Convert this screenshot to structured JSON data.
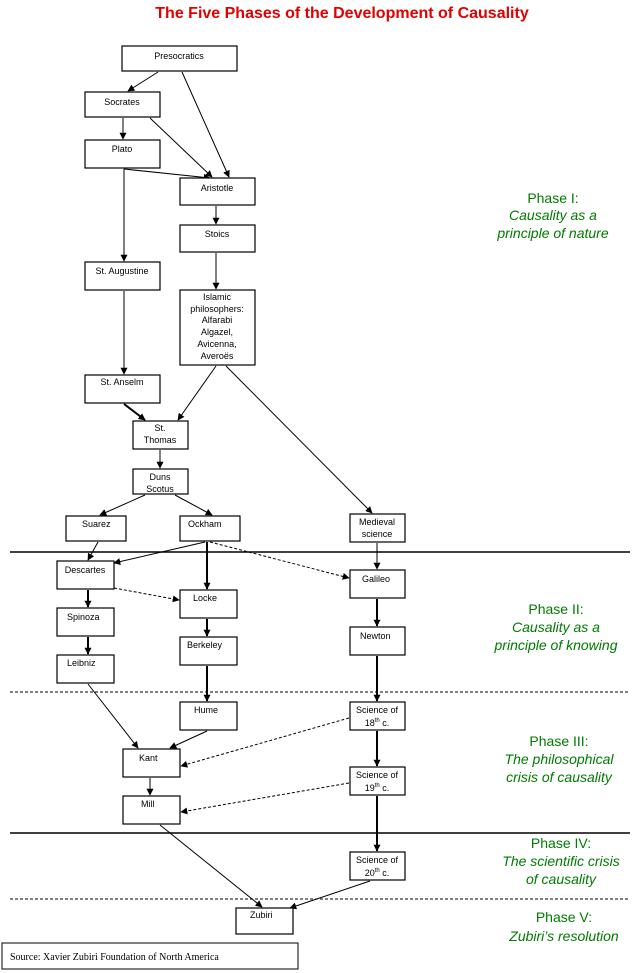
{
  "title": "The Five Phases of the Development of Causality",
  "source": "Source: Xavier Zubiri Foundation of North America",
  "colors": {
    "title": "#e00000",
    "phase": "#007a00",
    "lines": "#000000"
  },
  "nodes": {
    "presocratics": [
      "Presocratics"
    ],
    "socrates": [
      "Socrates"
    ],
    "plato": [
      "Plato"
    ],
    "aristotle": [
      "Aristotle"
    ],
    "stoics": [
      "Stoics"
    ],
    "augustine": [
      "St. Augustine"
    ],
    "islamic": [
      "Islamic",
      "philosophers:",
      "Alfarabi",
      "Algazel,",
      "Avicenna,",
      "Averoës"
    ],
    "anselm": [
      "St. Anselm"
    ],
    "thomas": [
      "St.",
      "Thomas"
    ],
    "scotus": [
      "Duns",
      "Scotus"
    ],
    "suarez": [
      "Suarez"
    ],
    "ockham": [
      "Ockham"
    ],
    "medieval": [
      "Medieval",
      "science"
    ],
    "descartes": [
      "Descartes"
    ],
    "galileo": [
      "Galileo"
    ],
    "locke": [
      "Locke"
    ],
    "spinoza": [
      "Spinoza"
    ],
    "newton": [
      "Newton"
    ],
    "berkeley": [
      "Berkeley"
    ],
    "leibniz": [
      "Leibniz"
    ],
    "hume": [
      "Hume"
    ],
    "kant": [
      "Kant"
    ],
    "mill": [
      "Mill"
    ],
    "zubiri": [
      "Zubiri"
    ],
    "sci18": {
      "line1": "Science of",
      "num": "18",
      "sup": "th",
      "suffix": " c."
    },
    "sci19": {
      "line1": "Science of",
      "num": "19",
      "sup": "th",
      "suffix": " c."
    },
    "sci20": {
      "line1": "Science of",
      "num": "20",
      "sup": "th",
      "suffix": " c."
    }
  },
  "phases": [
    {
      "heading": "Phase I:",
      "lines": [
        "Causality as a",
        "principle of nature"
      ]
    },
    {
      "heading": "Phase II:",
      "lines": [
        "Causality as a",
        "principle of knowing"
      ]
    },
    {
      "heading": "Phase III:",
      "lines": [
        "The philosophical",
        "crisis of causality"
      ]
    },
    {
      "heading": "Phase IV:",
      "lines": [
        "The scientific crisis",
        "of causality"
      ]
    },
    {
      "heading": "Phase V:",
      "lines": [
        "Zubiri’s resolution"
      ]
    }
  ],
  "edges": [
    {
      "from": "presocratics",
      "to": "socrates",
      "style": "solid"
    },
    {
      "from": "presocratics",
      "to": "aristotle",
      "style": "solid"
    },
    {
      "from": "socrates",
      "to": "plato",
      "style": "solid"
    },
    {
      "from": "socrates",
      "to": "aristotle",
      "style": "solid"
    },
    {
      "from": "plato",
      "to": "aristotle",
      "style": "solid"
    },
    {
      "from": "plato",
      "to": "augustine",
      "style": "solid"
    },
    {
      "from": "aristotle",
      "to": "stoics",
      "style": "solid"
    },
    {
      "from": "stoics",
      "to": "islamic",
      "style": "solid"
    },
    {
      "from": "augustine",
      "to": "anselm",
      "style": "solid"
    },
    {
      "from": "islamic",
      "to": "thomas",
      "style": "solid"
    },
    {
      "from": "islamic",
      "to": "medieval",
      "style": "solid"
    },
    {
      "from": "anselm",
      "to": "thomas",
      "style": "thick"
    },
    {
      "from": "thomas",
      "to": "scotus",
      "style": "solid"
    },
    {
      "from": "scotus",
      "to": "suarez",
      "style": "solid"
    },
    {
      "from": "scotus",
      "to": "ockham",
      "style": "solid"
    },
    {
      "from": "suarez",
      "to": "descartes",
      "style": "solid"
    },
    {
      "from": "ockham",
      "to": "descartes",
      "style": "solid"
    },
    {
      "from": "ockham",
      "to": "locke",
      "style": "thick"
    },
    {
      "from": "ockham",
      "to": "galileo",
      "style": "dashed"
    },
    {
      "from": "medieval",
      "to": "galileo",
      "style": "solid"
    },
    {
      "from": "descartes",
      "to": "locke",
      "style": "dashed"
    },
    {
      "from": "descartes",
      "to": "spinoza",
      "style": "thick"
    },
    {
      "from": "spinoza",
      "to": "leibniz",
      "style": "thick"
    },
    {
      "from": "locke",
      "to": "berkeley",
      "style": "thick"
    },
    {
      "from": "galileo",
      "to": "newton",
      "style": "thick"
    },
    {
      "from": "berkeley",
      "to": "hume",
      "style": "thick"
    },
    {
      "from": "newton",
      "to": "sci18",
      "style": "thick"
    },
    {
      "from": "leibniz",
      "to": "kant",
      "style": "solid"
    },
    {
      "from": "hume",
      "to": "kant",
      "style": "solid"
    },
    {
      "from": "sci18",
      "to": "kant",
      "style": "dashed"
    },
    {
      "from": "sci18",
      "to": "sci19",
      "style": "thick"
    },
    {
      "from": "kant",
      "to": "mill",
      "style": "solid"
    },
    {
      "from": "sci19",
      "to": "mill",
      "style": "dashed"
    },
    {
      "from": "sci19",
      "to": "sci20",
      "style": "thick"
    },
    {
      "from": "mill",
      "to": "zubiri",
      "style": "solid"
    },
    {
      "from": "sci20",
      "to": "zubiri",
      "style": "solid"
    }
  ]
}
